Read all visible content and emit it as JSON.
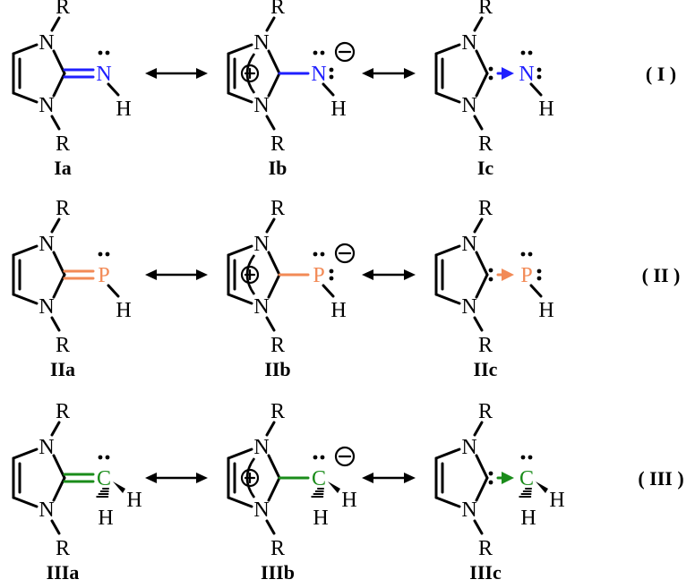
{
  "colors": {
    "black": "#000000",
    "N": "#1f1fff",
    "P": "#f28a56",
    "C": "#1a8c1a"
  },
  "atoms": {
    "ring_N": "N",
    "R": "R",
    "H": "H"
  },
  "rows": [
    {
      "id": "row-I",
      "row_label": "( I )",
      "heteroatom": "N",
      "color_key": "N",
      "structures": [
        {
          "label": "Ia",
          "form": "double-bond"
        },
        {
          "label": "Ib",
          "form": "zwitterion"
        },
        {
          "label": "Ic",
          "form": "dative"
        }
      ]
    },
    {
      "id": "row-II",
      "row_label": "( II )",
      "heteroatom": "P",
      "color_key": "P",
      "structures": [
        {
          "label": "IIa",
          "form": "double-bond"
        },
        {
          "label": "IIb",
          "form": "zwitterion"
        },
        {
          "label": "IIc",
          "form": "dative"
        }
      ]
    },
    {
      "id": "row-III",
      "row_label": "( III )",
      "heteroatom": "C",
      "color_key": "C",
      "structures": [
        {
          "label": "IIIa",
          "form": "double-bond"
        },
        {
          "label": "IIIb",
          "form": "zwitterion"
        },
        {
          "label": "IIIc",
          "form": "dative"
        }
      ]
    }
  ]
}
